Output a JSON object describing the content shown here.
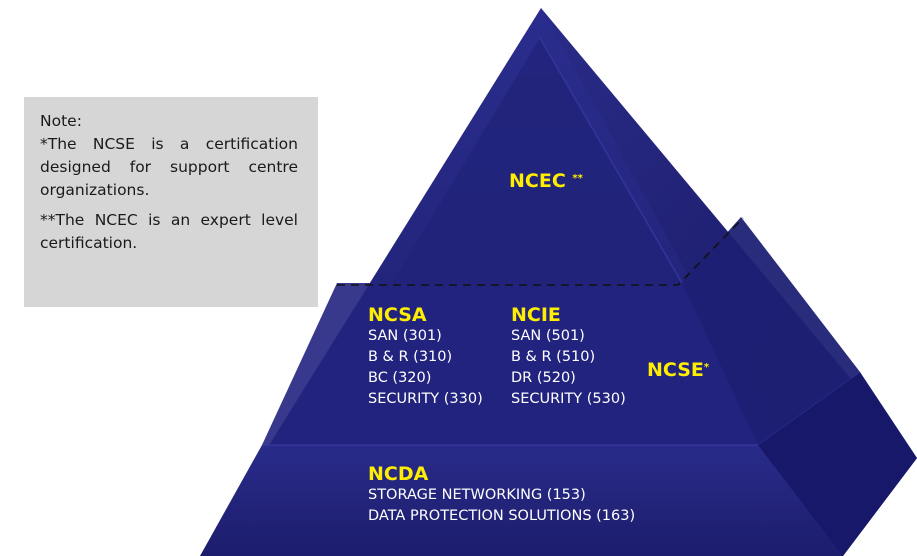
{
  "note": {
    "title": "Note:",
    "line1": "*The NCSE is a certification designed for support centre organizations.",
    "line2": "**The NCEC is an expert level certification."
  },
  "tiers": {
    "top": {
      "label": "NCEC",
      "marker": "**"
    },
    "middle_side": {
      "label": "NCSE",
      "marker": "*"
    },
    "ncsa": {
      "label": "NCSA",
      "items": [
        "SAN (301)",
        "B & R (310)",
        "BC (320)",
        "SECURITY (330)"
      ]
    },
    "ncie": {
      "label": "NCIE",
      "items": [
        "SAN (501)",
        "B & R (510)",
        "DR (520)",
        "SECURITY (530)"
      ]
    },
    "ncda": {
      "label": "NCDA",
      "items": [
        "STORAGE NETWORKING (153)",
        "DATA PROTECTION SOLUTIONS (163)"
      ]
    }
  },
  "colors": {
    "face": "#1d1e70",
    "face_light": "#2a2c8c",
    "side": "#14155a",
    "header_text": "#ffee00",
    "body_text": "#ffffff",
    "note_bg": "#d6d6d6"
  }
}
